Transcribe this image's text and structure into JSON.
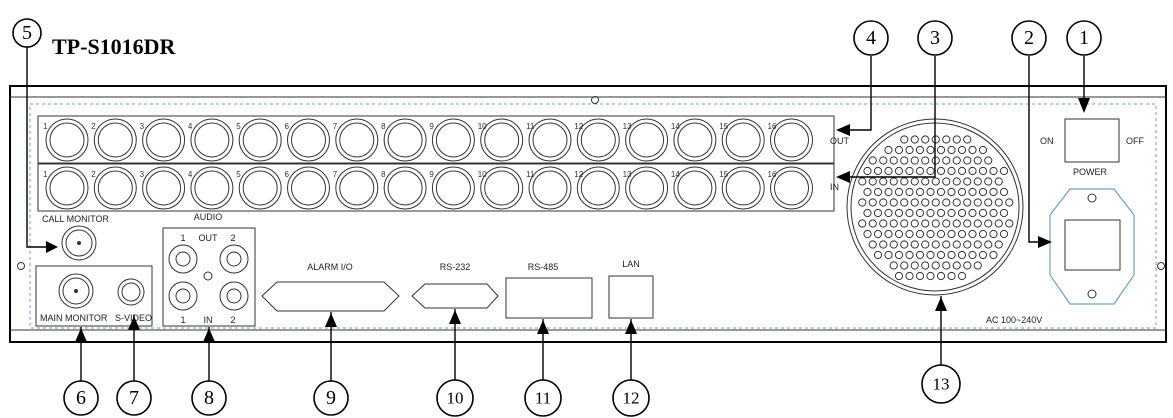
{
  "model": "TP-S1016DR",
  "callouts": [
    "1",
    "2",
    "3",
    "4",
    "5",
    "6",
    "7",
    "8",
    "9",
    "10",
    "11",
    "12",
    "13"
  ],
  "bnc_numbers": [
    "1",
    "2",
    "3",
    "4",
    "5",
    "6",
    "7",
    "8",
    "9",
    "10",
    "11",
    "12",
    "13",
    "14",
    "15",
    "16"
  ],
  "row_labels": {
    "out": "OUT",
    "in": "IN"
  },
  "labels": {
    "call_monitor": "CALL MONITOR",
    "main_monitor": "MAIN MONITOR",
    "svideo": "S-VIDEO",
    "audio": "AUDIO",
    "audio_out": "OUT",
    "audio_in": "IN",
    "audio_ch1": "1",
    "audio_ch2": "2",
    "alarm_io": "ALARM I/O",
    "rs232": "RS-232",
    "rs485": "RS-485",
    "lan": "LAN",
    "on": "ON",
    "off": "OFF",
    "power": "POWER",
    "ac_rating": "AC 100~240V"
  }
}
